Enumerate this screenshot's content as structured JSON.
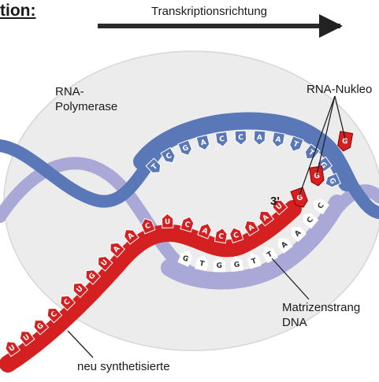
{
  "heading": "tion:",
  "direction_label": "Transkriptionsrichtung",
  "polymerase_label": "RNA-\nPolymerase",
  "nucleotide_label": "RNA-Nukleo",
  "template_label": "Matrizenstrang\nDNA",
  "new_rna_label": "neu synthetisierte",
  "three_prime": "3'",
  "colors": {
    "dna_coding": "#5a78b8",
    "dna_template": "#a9a8d6",
    "rna": "#d42020",
    "polymerase": "#ececec"
  },
  "bases": {
    "coding_strand": [
      "T",
      "C",
      "G",
      "A",
      "C",
      "C",
      "A",
      "A",
      "T",
      "T",
      "G",
      "G"
    ],
    "template_strand": [
      "G",
      "T",
      "G",
      "G",
      "T",
      "T",
      "A",
      "A",
      "C",
      "C"
    ],
    "rna_strand": [
      "U",
      "U",
      "G",
      "C",
      "C",
      "U",
      "G",
      "U",
      "A",
      "A",
      "C",
      "U",
      "C",
      "A",
      "C",
      "C",
      "A",
      "A",
      "U"
    ],
    "free_nucleotides": [
      "G",
      "G",
      "G"
    ]
  }
}
